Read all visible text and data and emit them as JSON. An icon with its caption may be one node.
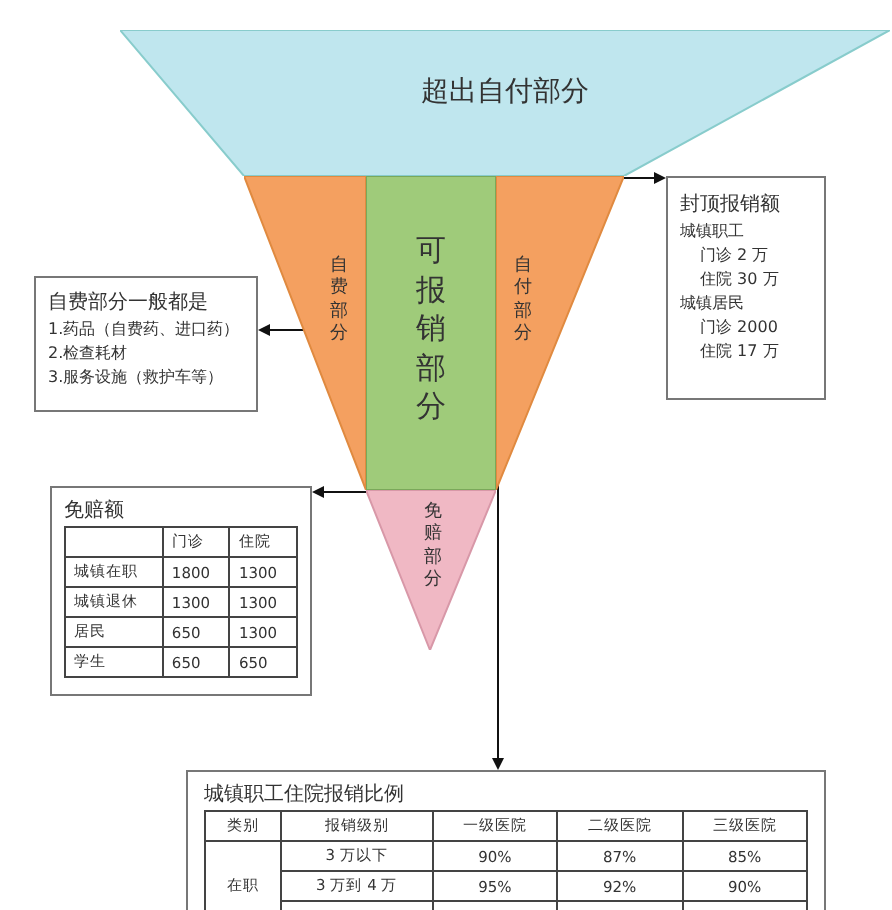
{
  "diagram": {
    "nodes": [
      {
        "text": [
          "超出自付部分"
        ]
      },
      {
        "text": [
          "自费部分"
        ]
      },
      {
        "text": [
          "可报销部分"
        ]
      },
      {
        "text": [
          "自付部分"
        ]
      },
      {
        "text": [
          "免赔部分"
        ]
      },
      {
        "text": [
          "自费部分一般都是",
          "1.药品（自费药、进口药）",
          "2.检查耗材",
          "3.服务设施（救护车等）"
        ]
      },
      {
        "text": [
          "封顶报销额",
          "城镇职工",
          "门诊 2 万",
          "住院 30 万",
          "城镇居民",
          "门诊 2000",
          "住院 17 万"
        ]
      },
      {
        "text": [
          "免赔额",
          "门诊",
          "住院",
          "城镇在职",
          "1800",
          "1300",
          "城镇退休",
          "1300",
          "1300",
          "居民",
          "650",
          "1300",
          "学生",
          "650",
          "650"
        ]
      },
      {
        "text": [
          "城镇职工住院报销比例",
          "类别",
          "报销级别",
          "一级医院",
          "二级医院",
          "三级医院",
          "在职",
          "3 万以下",
          "90%",
          "87%",
          "85%",
          "3 万到 4 万",
          "95%",
          "92%",
          "90%"
        ]
      }
    ],
    "edges": [
      {
        "from": 1,
        "to": 5,
        "arrow": "to"
      },
      {
        "from": 0,
        "to": 6,
        "arrow": "to"
      },
      {
        "from": 4,
        "to": 7,
        "arrow": "to"
      },
      {
        "from": 3,
        "to": 8,
        "arrow": "to"
      }
    ]
  }
}
